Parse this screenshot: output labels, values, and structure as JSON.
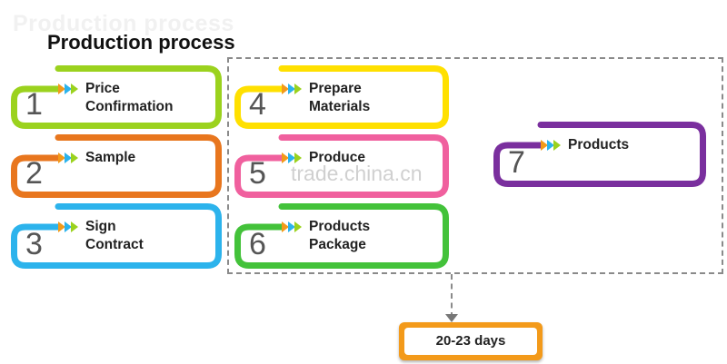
{
  "header": {
    "ghost_title": "Production process",
    "title": "Production process"
  },
  "steps": [
    {
      "number": "1",
      "lines": [
        "Price",
        "Confirmation"
      ],
      "color": "#9bd21e"
    },
    {
      "number": "2",
      "lines": [
        "Sample",
        ""
      ],
      "color": "#e8761e"
    },
    {
      "number": "3",
      "lines": [
        "Sign",
        "Contract"
      ],
      "color": "#2cb3ec"
    },
    {
      "number": "4",
      "lines": [
        "Prepare",
        "Materials"
      ],
      "color": "#ffe000"
    },
    {
      "number": "5",
      "lines": [
        "Produce",
        ""
      ],
      "color": "#f0609e"
    },
    {
      "number": "6",
      "lines": [
        "Products",
        "Package"
      ],
      "color": "#43c23a"
    },
    {
      "number": "7",
      "lines": [
        "Products",
        ""
      ],
      "color": "#7a2f9e"
    }
  ],
  "watermark": "trade.china.cn",
  "duration": {
    "label": "20-23 days",
    "color": "#f39a1a"
  },
  "arrow_colors": [
    "#f39a1a",
    "#2cb3ec",
    "#9bd21e"
  ]
}
